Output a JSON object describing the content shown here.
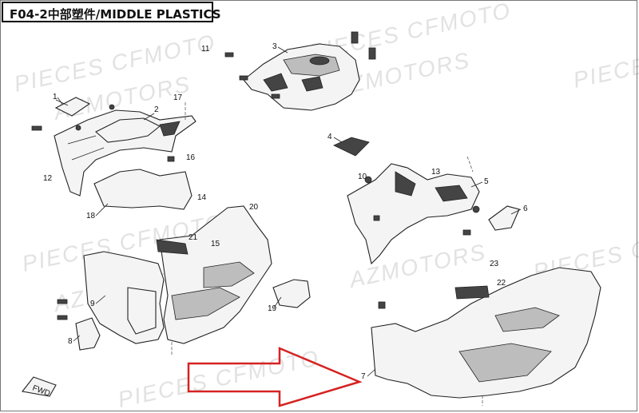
{
  "title": "F04-2中部塑件/MIDDLE PLASTICS",
  "watermarks": [
    "PIECES CFMOTO",
    "AZMOTORS"
  ],
  "fwd_label": "FWD",
  "callouts": [
    "1",
    "2",
    "3",
    "4",
    "5",
    "6",
    "7",
    "8",
    "9",
    "10",
    "11",
    "12",
    "13",
    "14",
    "15",
    "16",
    "17",
    "18",
    "19",
    "20",
    "21",
    "22",
    "23"
  ],
  "colors": {
    "arrow": "#d62222",
    "line": "#222222",
    "watermark": "#e2e2e2"
  }
}
